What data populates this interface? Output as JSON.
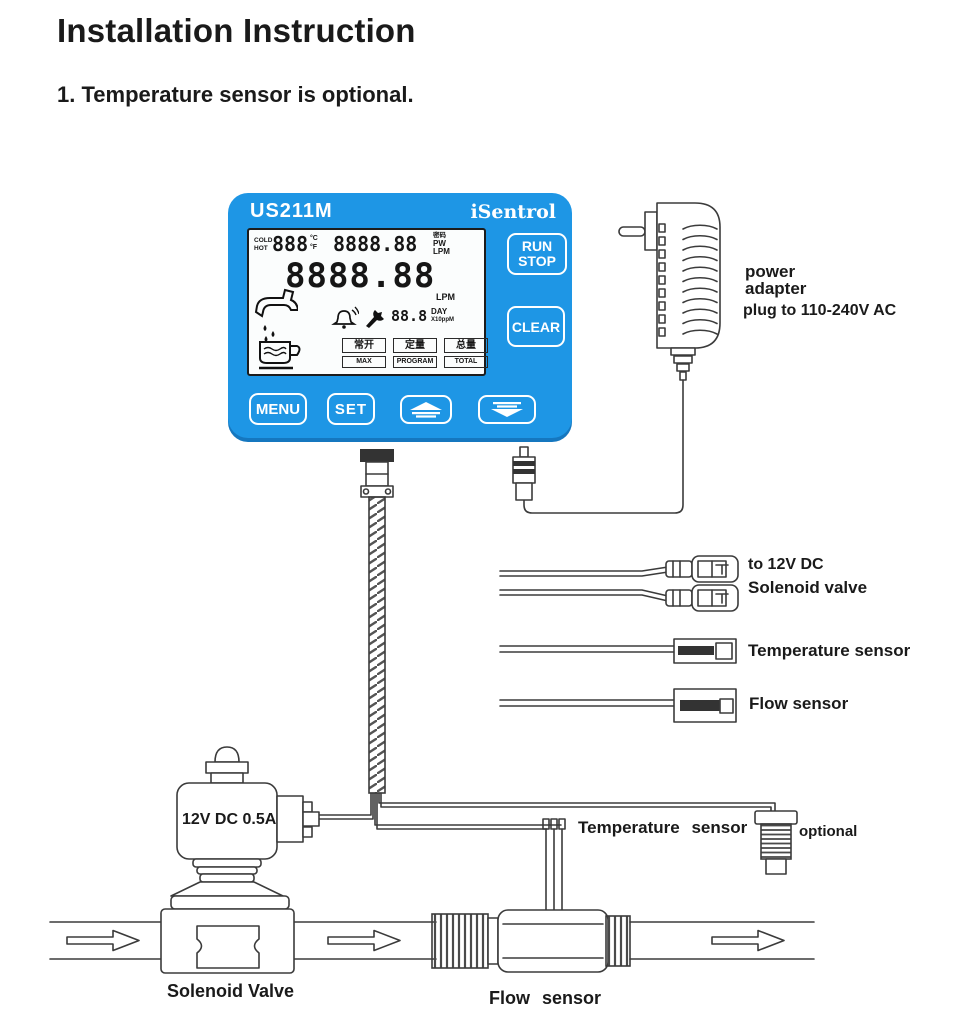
{
  "colors": {
    "device_blue": "#1e96e5",
    "device_shadow": "#1577bf",
    "line_art": "#3b3b3b",
    "lcd_bg": "#fbfdfd",
    "text": "#1a1a1a"
  },
  "header": {
    "title": "Installation Instruction",
    "note": "1. Temperature sensor is optional."
  },
  "device": {
    "model": "US211M",
    "brand": "iSentrol",
    "lcd": {
      "cold": "COLD",
      "hot": "HOT",
      "temp_value": "888",
      "unit_c": "°C",
      "unit_f": "°F",
      "top_value": "8888.88",
      "pw_cn": "密码",
      "pw": "PW",
      "pw_unit": "LPM",
      "main_value": "8888.88",
      "main_unit": "LPM",
      "sub_value": "88.8",
      "day": "DAY",
      "x10": "X10ppM",
      "tags": [
        {
          "cn": "常开",
          "en": "MAX"
        },
        {
          "cn": "定量",
          "en": "PROGRAM"
        },
        {
          "cn": "总量",
          "en": "TOTAL"
        }
      ]
    },
    "buttons": {
      "run": "RUN",
      "stop": "STOP",
      "clear": "CLEAR",
      "menu": "MENU",
      "set": "SET"
    }
  },
  "adapter": {
    "label1": "power",
    "label2": "adapter",
    "note": "plug to 110-240V AC"
  },
  "cables": {
    "dc": "to 12V DC",
    "solenoid": "Solenoid valve",
    "temperature": "Temperature sensor",
    "flow": "Flow sensor"
  },
  "valve": {
    "rating": "12V DC 0.5A",
    "caption": "Solenoid Valve"
  },
  "sensors": {
    "flow_caption": "Flow sensor",
    "temp_label": "Temperature sensor",
    "temp_optional": "optional"
  },
  "icons": [
    "faucet-icon",
    "water-drops-icon",
    "cup-icon",
    "bell-icon",
    "wrench-icon",
    "up-arrow-icon",
    "down-arrow-icon",
    "flow-arrow-icon"
  ]
}
